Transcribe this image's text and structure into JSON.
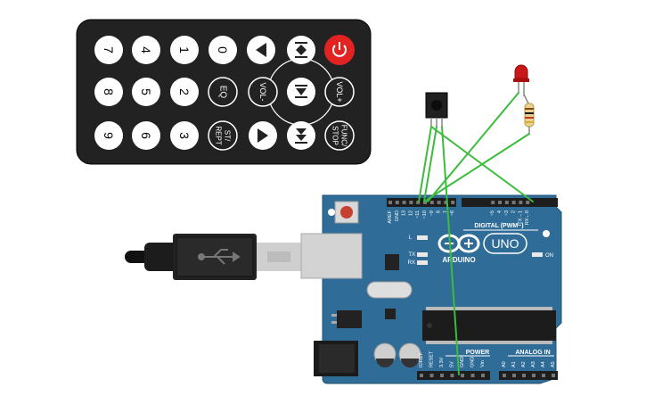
{
  "remote": {
    "buttons": {
      "b7": "7",
      "b4": "4",
      "b1": "1",
      "b0": "0",
      "b8": "8",
      "b5": "5",
      "b2": "2",
      "eq": "EQ",
      "b9": "9",
      "b6": "6",
      "b3": "3",
      "st_rept_line1": "ST/",
      "st_rept_line2": "REPT",
      "vol_minus": "VOL-",
      "vol_plus": "VOL+",
      "func_stop_line1": "FUNC/",
      "func_stop_line2": "STOP"
    },
    "colors": {
      "body": "#222222",
      "power": "#e32222",
      "button": "#ffffff"
    }
  },
  "arduino": {
    "brand": "ARDUINO",
    "model": "UNO",
    "header_digital": "DIGITAL (PWM~)",
    "header_power": "POWER",
    "header_analog": "ANALOG IN",
    "led_on": "ON",
    "led_l": "L",
    "led_tx": "TX",
    "led_rx": "RX",
    "digital_pins": [
      "AREF",
      "GND",
      "13",
      "12",
      "~11",
      "~10",
      "~9",
      "8",
      "7",
      "~6",
      "~5",
      "4",
      "~3",
      "2",
      "TX→1",
      "RX←0"
    ],
    "power_pins": [
      "IOREF",
      "RESET",
      "3.3V",
      "5V",
      "GND",
      "GND",
      "Vin"
    ],
    "analog_pins": [
      "A0",
      "A1",
      "A2",
      "A3",
      "A4",
      "A5"
    ],
    "colors": {
      "board": "#2f6d98",
      "wire": "#3cbb3c"
    }
  },
  "usb": {
    "symbol": "usb-icon"
  }
}
